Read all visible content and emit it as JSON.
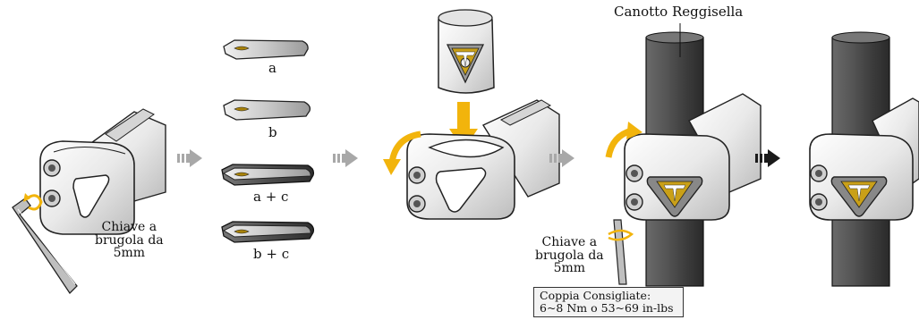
{
  "labels": {
    "seatpost": "Canotto Reggisella",
    "option_a": "a",
    "option_b": "b",
    "option_ac": "a + c",
    "option_bc": "b + c",
    "wrench_1": [
      "Chiave a",
      "brugola da",
      "5mm"
    ],
    "wrench_2": [
      "Chiave a",
      "brugola da",
      "5mm"
    ],
    "torque": [
      "Coppia Consigliate:",
      "6~8 Nm o 53~69 in-lbs"
    ]
  },
  "colors": {
    "accent": "#f2b40c",
    "step_arrow": "#a8a8a8",
    "final_arrow": "#1a1a1a",
    "tube_dark": "#4a4a4a",
    "metal": "#e6e6e6",
    "outline": "#222222"
  },
  "icons": [
    "hex-wrench-icon",
    "rotation-arrow-icon",
    "step-arrow-icon",
    "insert-plate-icon",
    "topeak-logo-icon"
  ]
}
